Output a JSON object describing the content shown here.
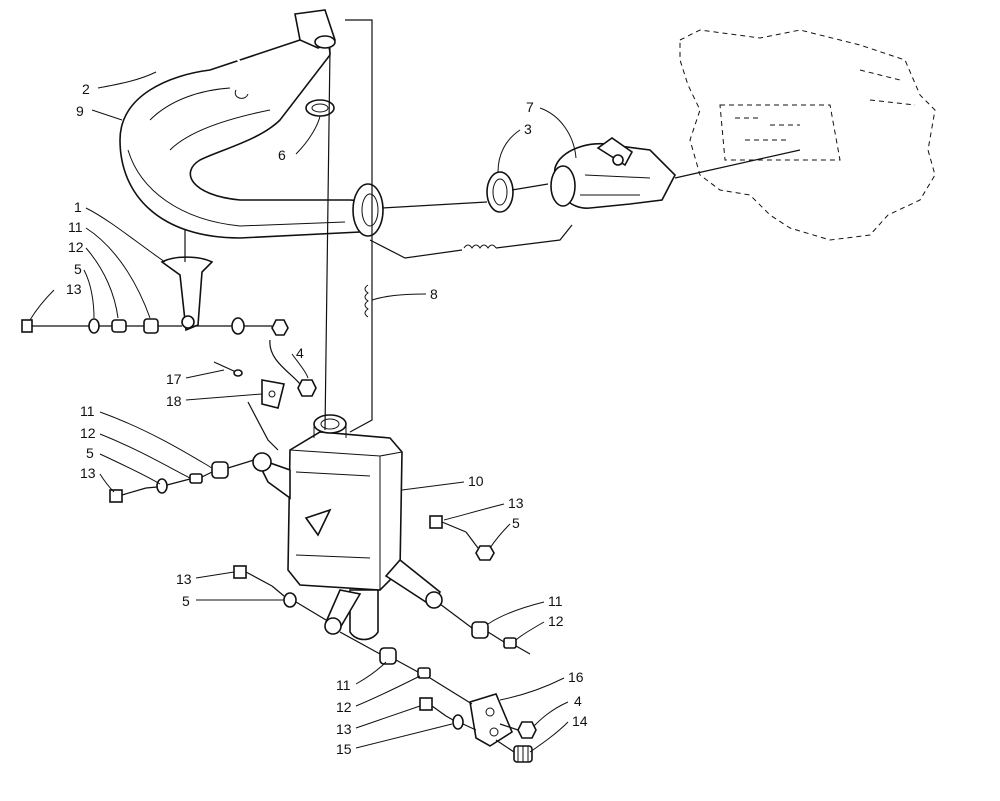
{
  "diagram": {
    "callouts": [
      {
        "id": "c2",
        "text": "2"
      },
      {
        "id": "c9",
        "text": "9"
      },
      {
        "id": "c6",
        "text": "6"
      },
      {
        "id": "c7",
        "text": "7"
      },
      {
        "id": "c3",
        "text": "3"
      },
      {
        "id": "c1",
        "text": "1"
      },
      {
        "id": "c11a",
        "text": "11"
      },
      {
        "id": "c12a",
        "text": "12"
      },
      {
        "id": "c5a",
        "text": "5"
      },
      {
        "id": "c13a",
        "text": "13"
      },
      {
        "id": "c8",
        "text": "8"
      },
      {
        "id": "c4a",
        "text": "4"
      },
      {
        "id": "c17",
        "text": "17"
      },
      {
        "id": "c18",
        "text": "18"
      },
      {
        "id": "c11b",
        "text": "11"
      },
      {
        "id": "c12b",
        "text": "12"
      },
      {
        "id": "c5b",
        "text": "5"
      },
      {
        "id": "c13b",
        "text": "13"
      },
      {
        "id": "c10",
        "text": "10"
      },
      {
        "id": "c13c",
        "text": "13"
      },
      {
        "id": "c5c",
        "text": "5"
      },
      {
        "id": "c13d",
        "text": "13"
      },
      {
        "id": "c5d",
        "text": "5"
      },
      {
        "id": "c11c",
        "text": "11"
      },
      {
        "id": "c12c",
        "text": "12"
      },
      {
        "id": "c11d",
        "text": "11"
      },
      {
        "id": "c16",
        "text": "16"
      },
      {
        "id": "c12d",
        "text": "12"
      },
      {
        "id": "c4b",
        "text": "4"
      },
      {
        "id": "c14",
        "text": "14"
      },
      {
        "id": "c13e",
        "text": "13"
      },
      {
        "id": "c15",
        "text": "15"
      }
    ]
  }
}
